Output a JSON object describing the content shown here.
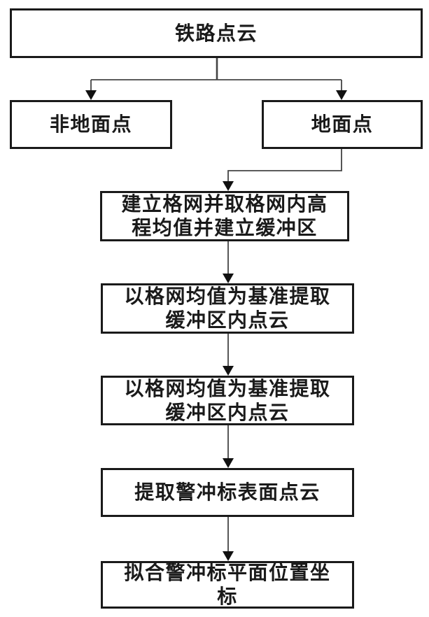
{
  "figure": {
    "type": "flowchart",
    "language": "zh-CN",
    "description_visible": false
  },
  "colors": {
    "page_bg": "#ffffff",
    "box_fill": "#ffffff",
    "box_border": "#1a1a1a",
    "text": "#1a1a1a",
    "line": "#444444",
    "arrow": "#111111"
  },
  "nodes": [
    {
      "id": "railway-point-cloud",
      "label": "铁路点云",
      "lines": [
        "铁路点云"
      ]
    },
    {
      "id": "non-ground-points",
      "label": "非地面点",
      "lines": [
        "非地面点"
      ]
    },
    {
      "id": "ground-points",
      "label": "地面点",
      "lines": [
        "地面点"
      ]
    },
    {
      "id": "build-grid-buffer",
      "label": "建立格网并取格网内高程均值并建立缓冲区",
      "lines": [
        "建立格网并取格网内高",
        "程均值并建立缓冲区"
      ]
    },
    {
      "id": "extract-buffer-cloud-1",
      "label": "以格网均值为基准提取缓冲区内点云",
      "lines": [
        "以格网均值为基准提取",
        "缓冲区内点云"
      ]
    },
    {
      "id": "extract-buffer-cloud-2",
      "label": "以格网均值为基准提取缓冲区内点云",
      "lines": [
        "以格网均值为基准提取",
        "缓冲区内点云"
      ]
    },
    {
      "id": "extract-marker-surface",
      "label": "提取警冲标表面点云",
      "lines": [
        "提取警冲标表面点云"
      ]
    },
    {
      "id": "fit-marker-position",
      "label": "拟合警冲标平面位置坐标",
      "lines": [
        "拟合警冲标平面位置坐",
        "标"
      ]
    }
  ],
  "edges": [
    {
      "from": "railway-point-cloud",
      "to": "non-ground-points"
    },
    {
      "from": "railway-point-cloud",
      "to": "ground-points"
    },
    {
      "from": "ground-points",
      "to": "build-grid-buffer"
    },
    {
      "from": "build-grid-buffer",
      "to": "extract-buffer-cloud-1"
    },
    {
      "from": "extract-buffer-cloud-1",
      "to": "extract-buffer-cloud-2"
    },
    {
      "from": "extract-buffer-cloud-2",
      "to": "extract-marker-surface"
    },
    {
      "from": "extract-marker-surface",
      "to": "fit-marker-position"
    }
  ]
}
